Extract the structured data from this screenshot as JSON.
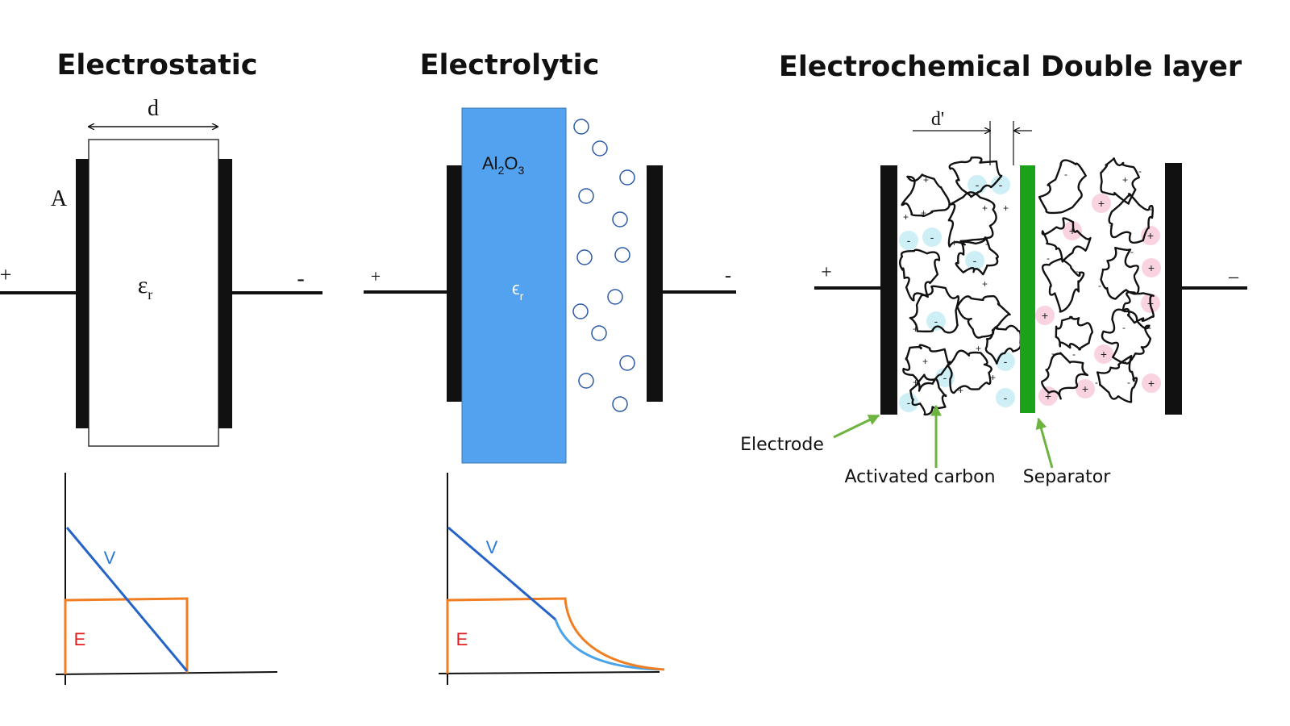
{
  "titles": {
    "electrostatic": "Electrostatic",
    "electrolytic": "Electrolytic",
    "double_layer": "Electrochemical Double layer"
  },
  "electrostatic": {
    "distance_label": "d",
    "area_label": "A",
    "permittivity_symbol": "ε",
    "permittivity_subscript": "r",
    "plus_sign": "+",
    "minus_sign": "-"
  },
  "electrolytic": {
    "oxide_main": "Al",
    "oxide_sub1": "2",
    "oxide_mid": "O",
    "oxide_sub2": "3",
    "permittivity_symbol": "ϵ",
    "permittivity_subscript": "r",
    "plus_sign": "+",
    "minus_sign": "-"
  },
  "double_layer": {
    "distance_label": "d'",
    "plus_sign": "+",
    "minus_sign": "–",
    "electrode_label": "Electrode",
    "carbon_label": "Activated carbon",
    "separator_label": "Separator"
  },
  "graphs": {
    "voltage_label": "V",
    "field_label": "E"
  },
  "colors": {
    "oxide_fill": "#52a2ef",
    "voltage_line": "#2563c9",
    "voltage_decay": "#4aa3e8",
    "field_line": "#f07e22",
    "field_label": "#e02020",
    "voltage_label": "#2a78d8",
    "separator": "#1aa319",
    "annotation_arrow": "#6db33f",
    "anion_fill": "#cdeff5",
    "cation_fill": "#f9d3df",
    "ion_ring": "#2b5aa8"
  }
}
